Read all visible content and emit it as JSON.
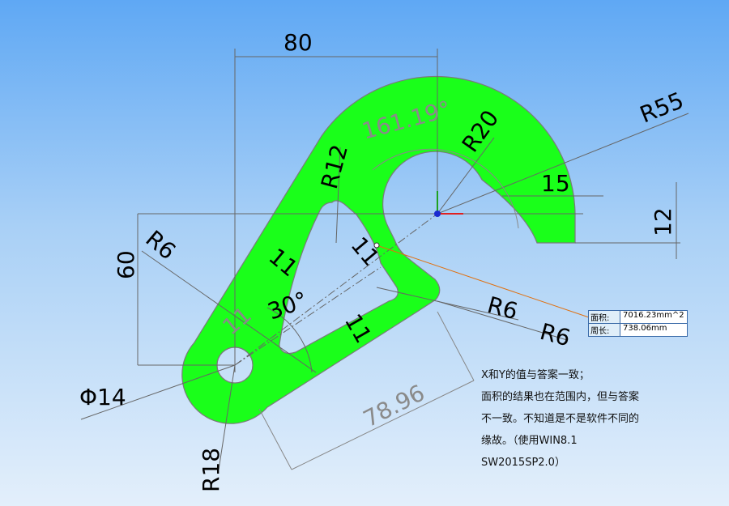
{
  "dimensions": {
    "d80": "80",
    "r55": "R55",
    "r20": "R20",
    "r12": "R12",
    "d15": "15",
    "d12": "12",
    "d60": "60",
    "r6a": "R6",
    "r6b": "R6",
    "r6c": "R6",
    "d11a": "11",
    "d11b": "11",
    "d11c": "11",
    "d11d": "11",
    "a30": "30°",
    "phi14": "Φ14",
    "r18": "R18",
    "d7896": "78.96",
    "a16119": "161.19°"
  },
  "properties": {
    "area_label": "面积:",
    "area_value": "7016.23mm^2",
    "perimeter_label": "周长:",
    "perimeter_value": "738.06mm"
  },
  "note": {
    "lines": [
      "X和Y的值与答案一致；",
      "面积的结果也在范围内，但与答案",
      "不一致。不知道是不是软件不同的",
      "缘故。（使用WIN8.1",
      "SW2015SP2.0）"
    ]
  },
  "colors": {
    "part": "#1aff1a",
    "edge": "#808080"
  }
}
